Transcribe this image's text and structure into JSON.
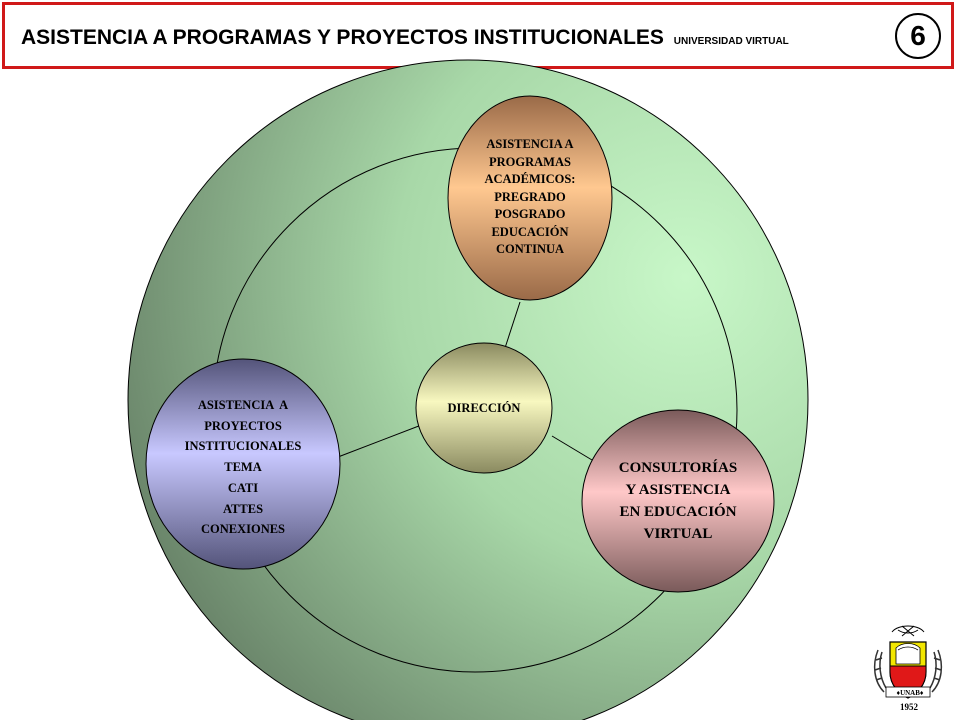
{
  "header": {
    "title": "ASISTENCIA A PROGRAMAS Y PROYECTOS INSTITUCIONALES",
    "subtitle": "UNIVERSIDAD VIRTUAL",
    "slide_number": "6"
  },
  "diagram": {
    "center": {
      "label": "DIRECCIÓN"
    },
    "top_node": {
      "lines": [
        "ASISTENCIA A",
        "PROGRAMAS",
        "ACADÉMICOS:",
        "PREGRADO",
        "POSGRADO",
        "EDUCACIÓN",
        "CONTINUA"
      ]
    },
    "left_node": {
      "lines": [
        "ASISTENCIA  A",
        "PROYECTOS",
        "INSTITUCIONALES",
        "TEMA",
        "CATI",
        "ATTES",
        "CONEXIONES"
      ]
    },
    "right_node": {
      "lines": [
        "CONSULTORÍAS",
        "Y ASISTENCIA",
        "EN EDUCACIÓN",
        "VIRTUAL"
      ]
    }
  },
  "logo": {
    "banner": "♦UNAB♦",
    "year": "1952"
  },
  "colors": {
    "header_border": "#d01818",
    "outer_circle_light": "#c8f7c8",
    "outer_circle_dark": "#5f765f",
    "top_node_light": "#ffc890",
    "top_node_dark": "#9a6a48",
    "left_node_light": "#c8c8ff",
    "left_node_dark": "#54547a",
    "right_node_light": "#ffc8c8",
    "right_node_dark": "#7a5a5a",
    "center_light": "#f8f8c0",
    "center_dark": "#8a8a60"
  }
}
